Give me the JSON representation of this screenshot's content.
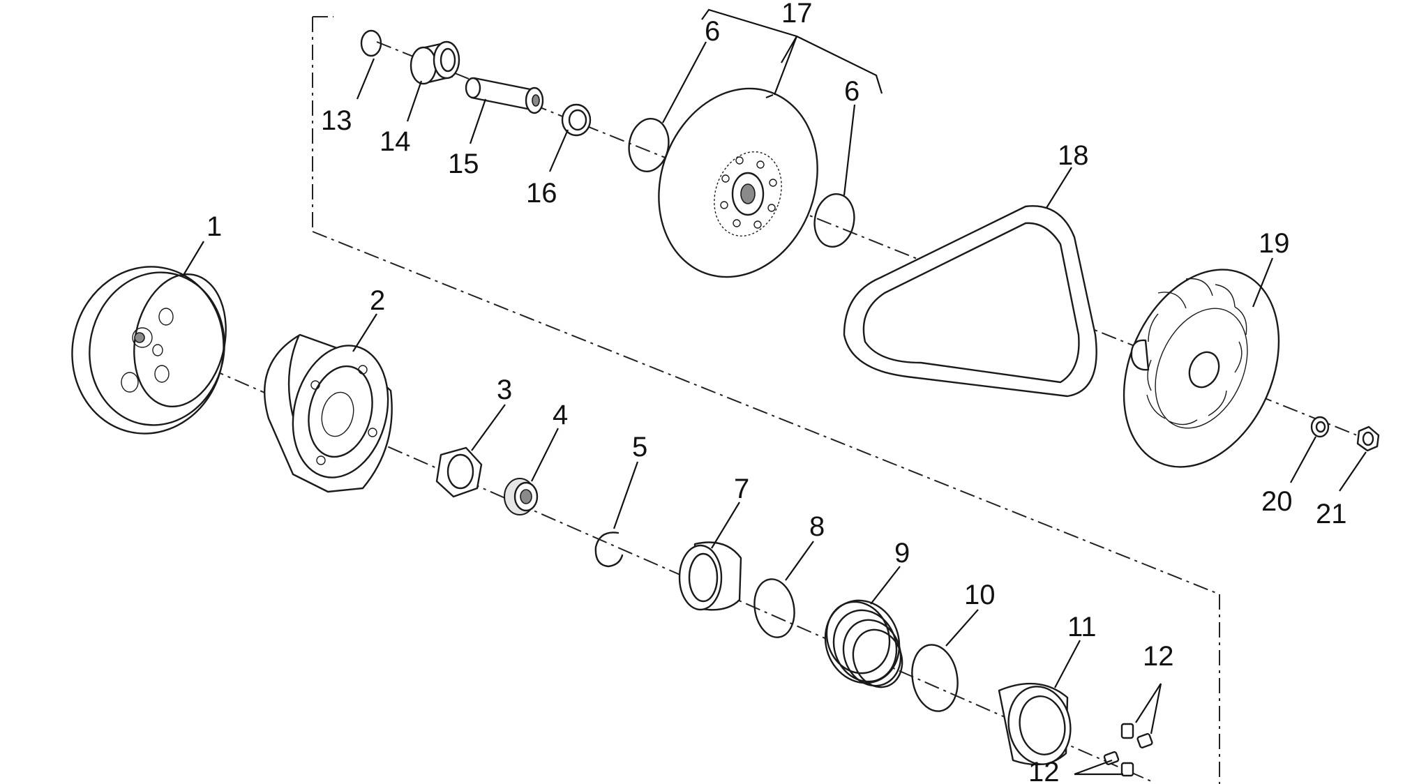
{
  "diagram": {
    "callouts": [
      "1",
      "2",
      "3",
      "4",
      "5",
      "6",
      "7",
      "8",
      "9",
      "10",
      "11",
      "12",
      "13",
      "14",
      "15",
      "16",
      "17",
      "18",
      "19",
      "20",
      "21"
    ]
  }
}
